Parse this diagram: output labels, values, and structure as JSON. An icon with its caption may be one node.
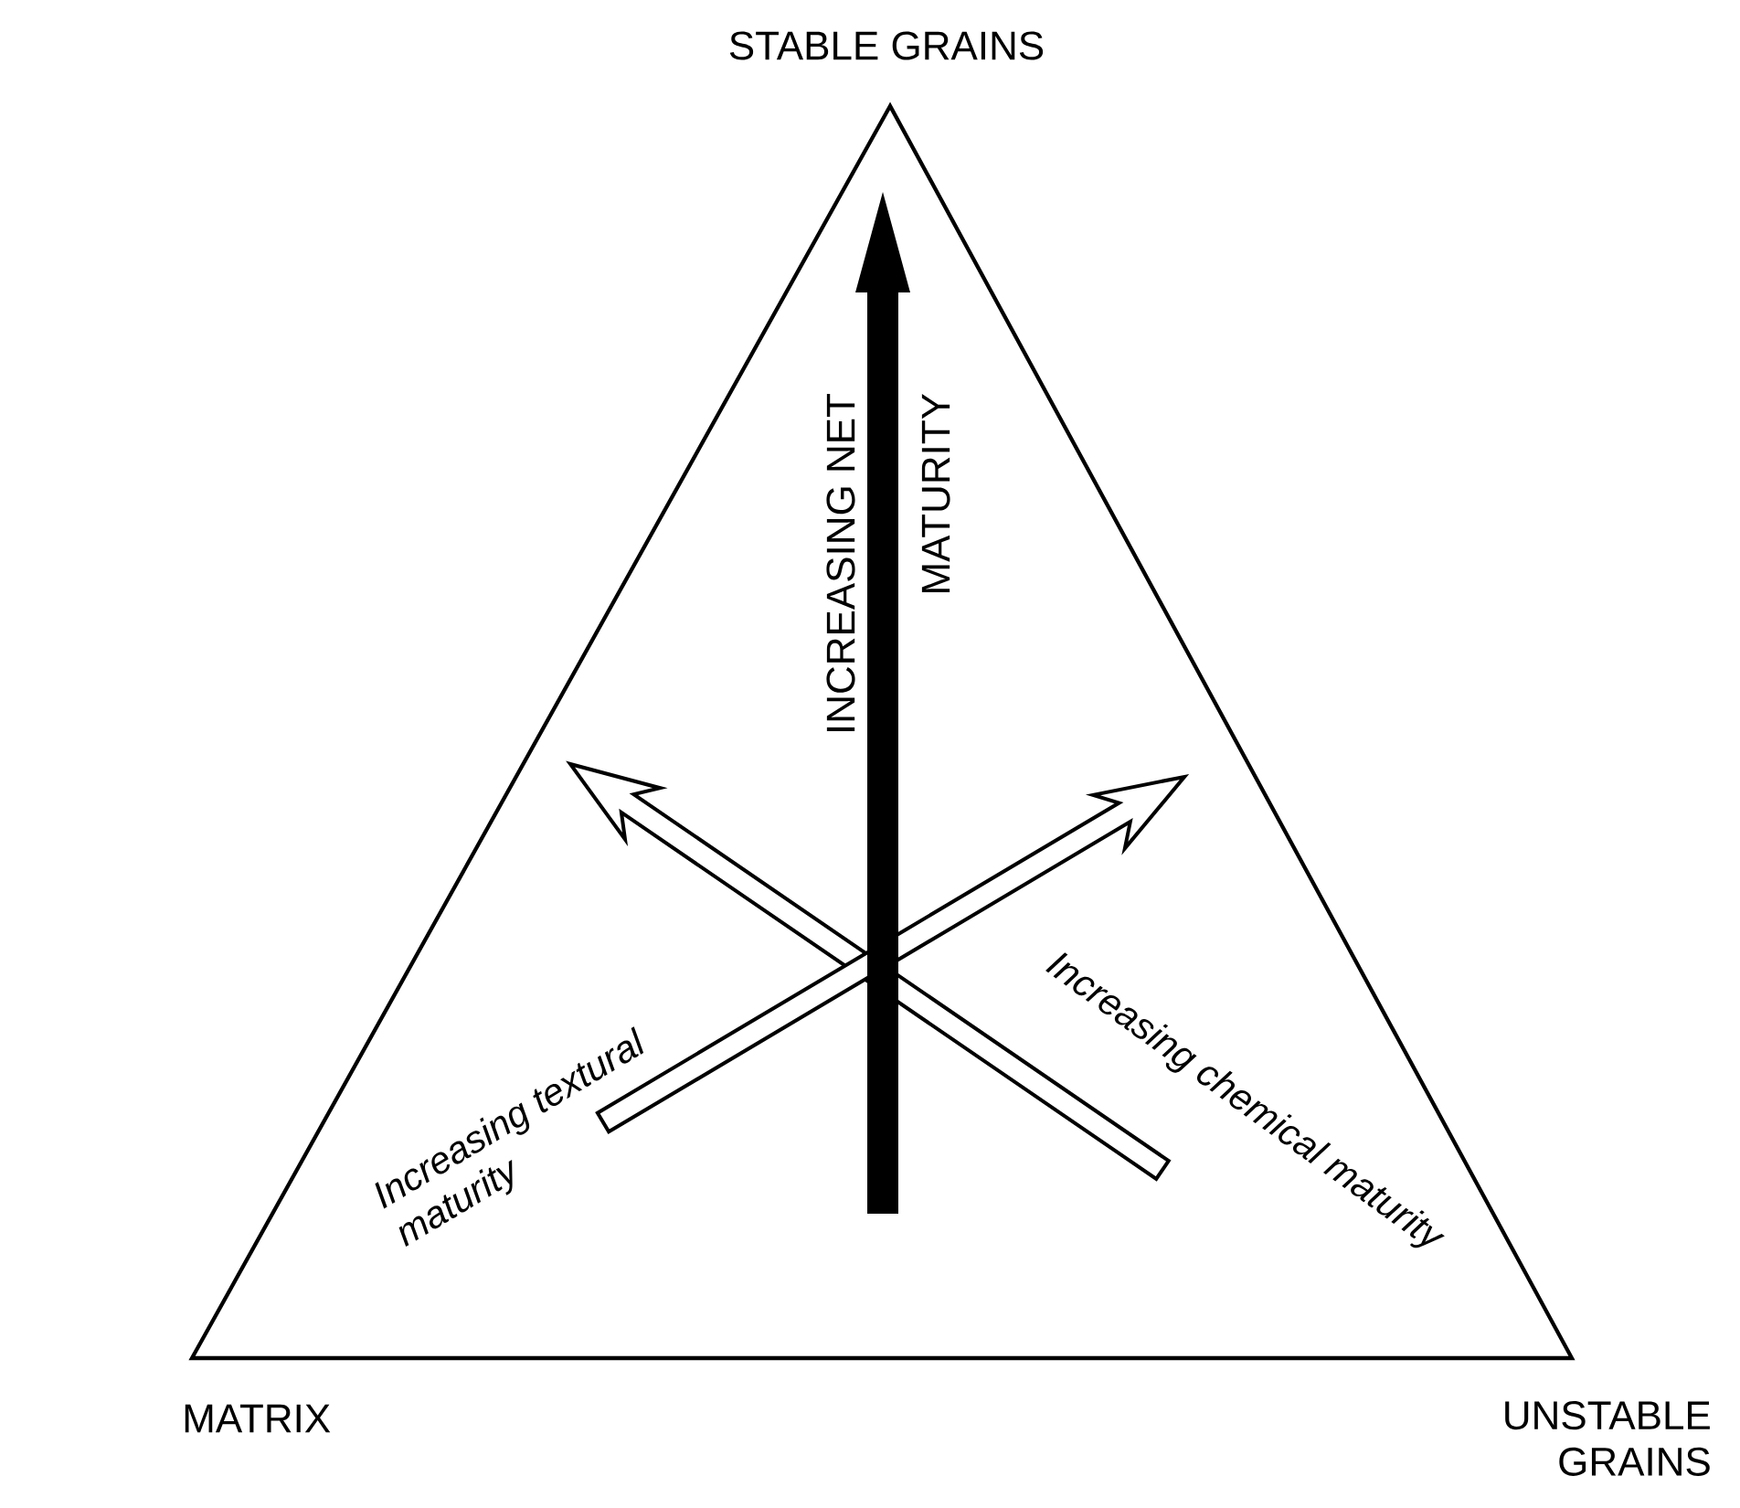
{
  "diagram": {
    "labels": [
      "STABLE GRAINS",
      "INCREASING NET MATURITY",
      "Increasing textural maturity",
      "Increasing chemical maturity",
      "MATRIX",
      "UNSTABLE GRAINS"
    ]
  }
}
